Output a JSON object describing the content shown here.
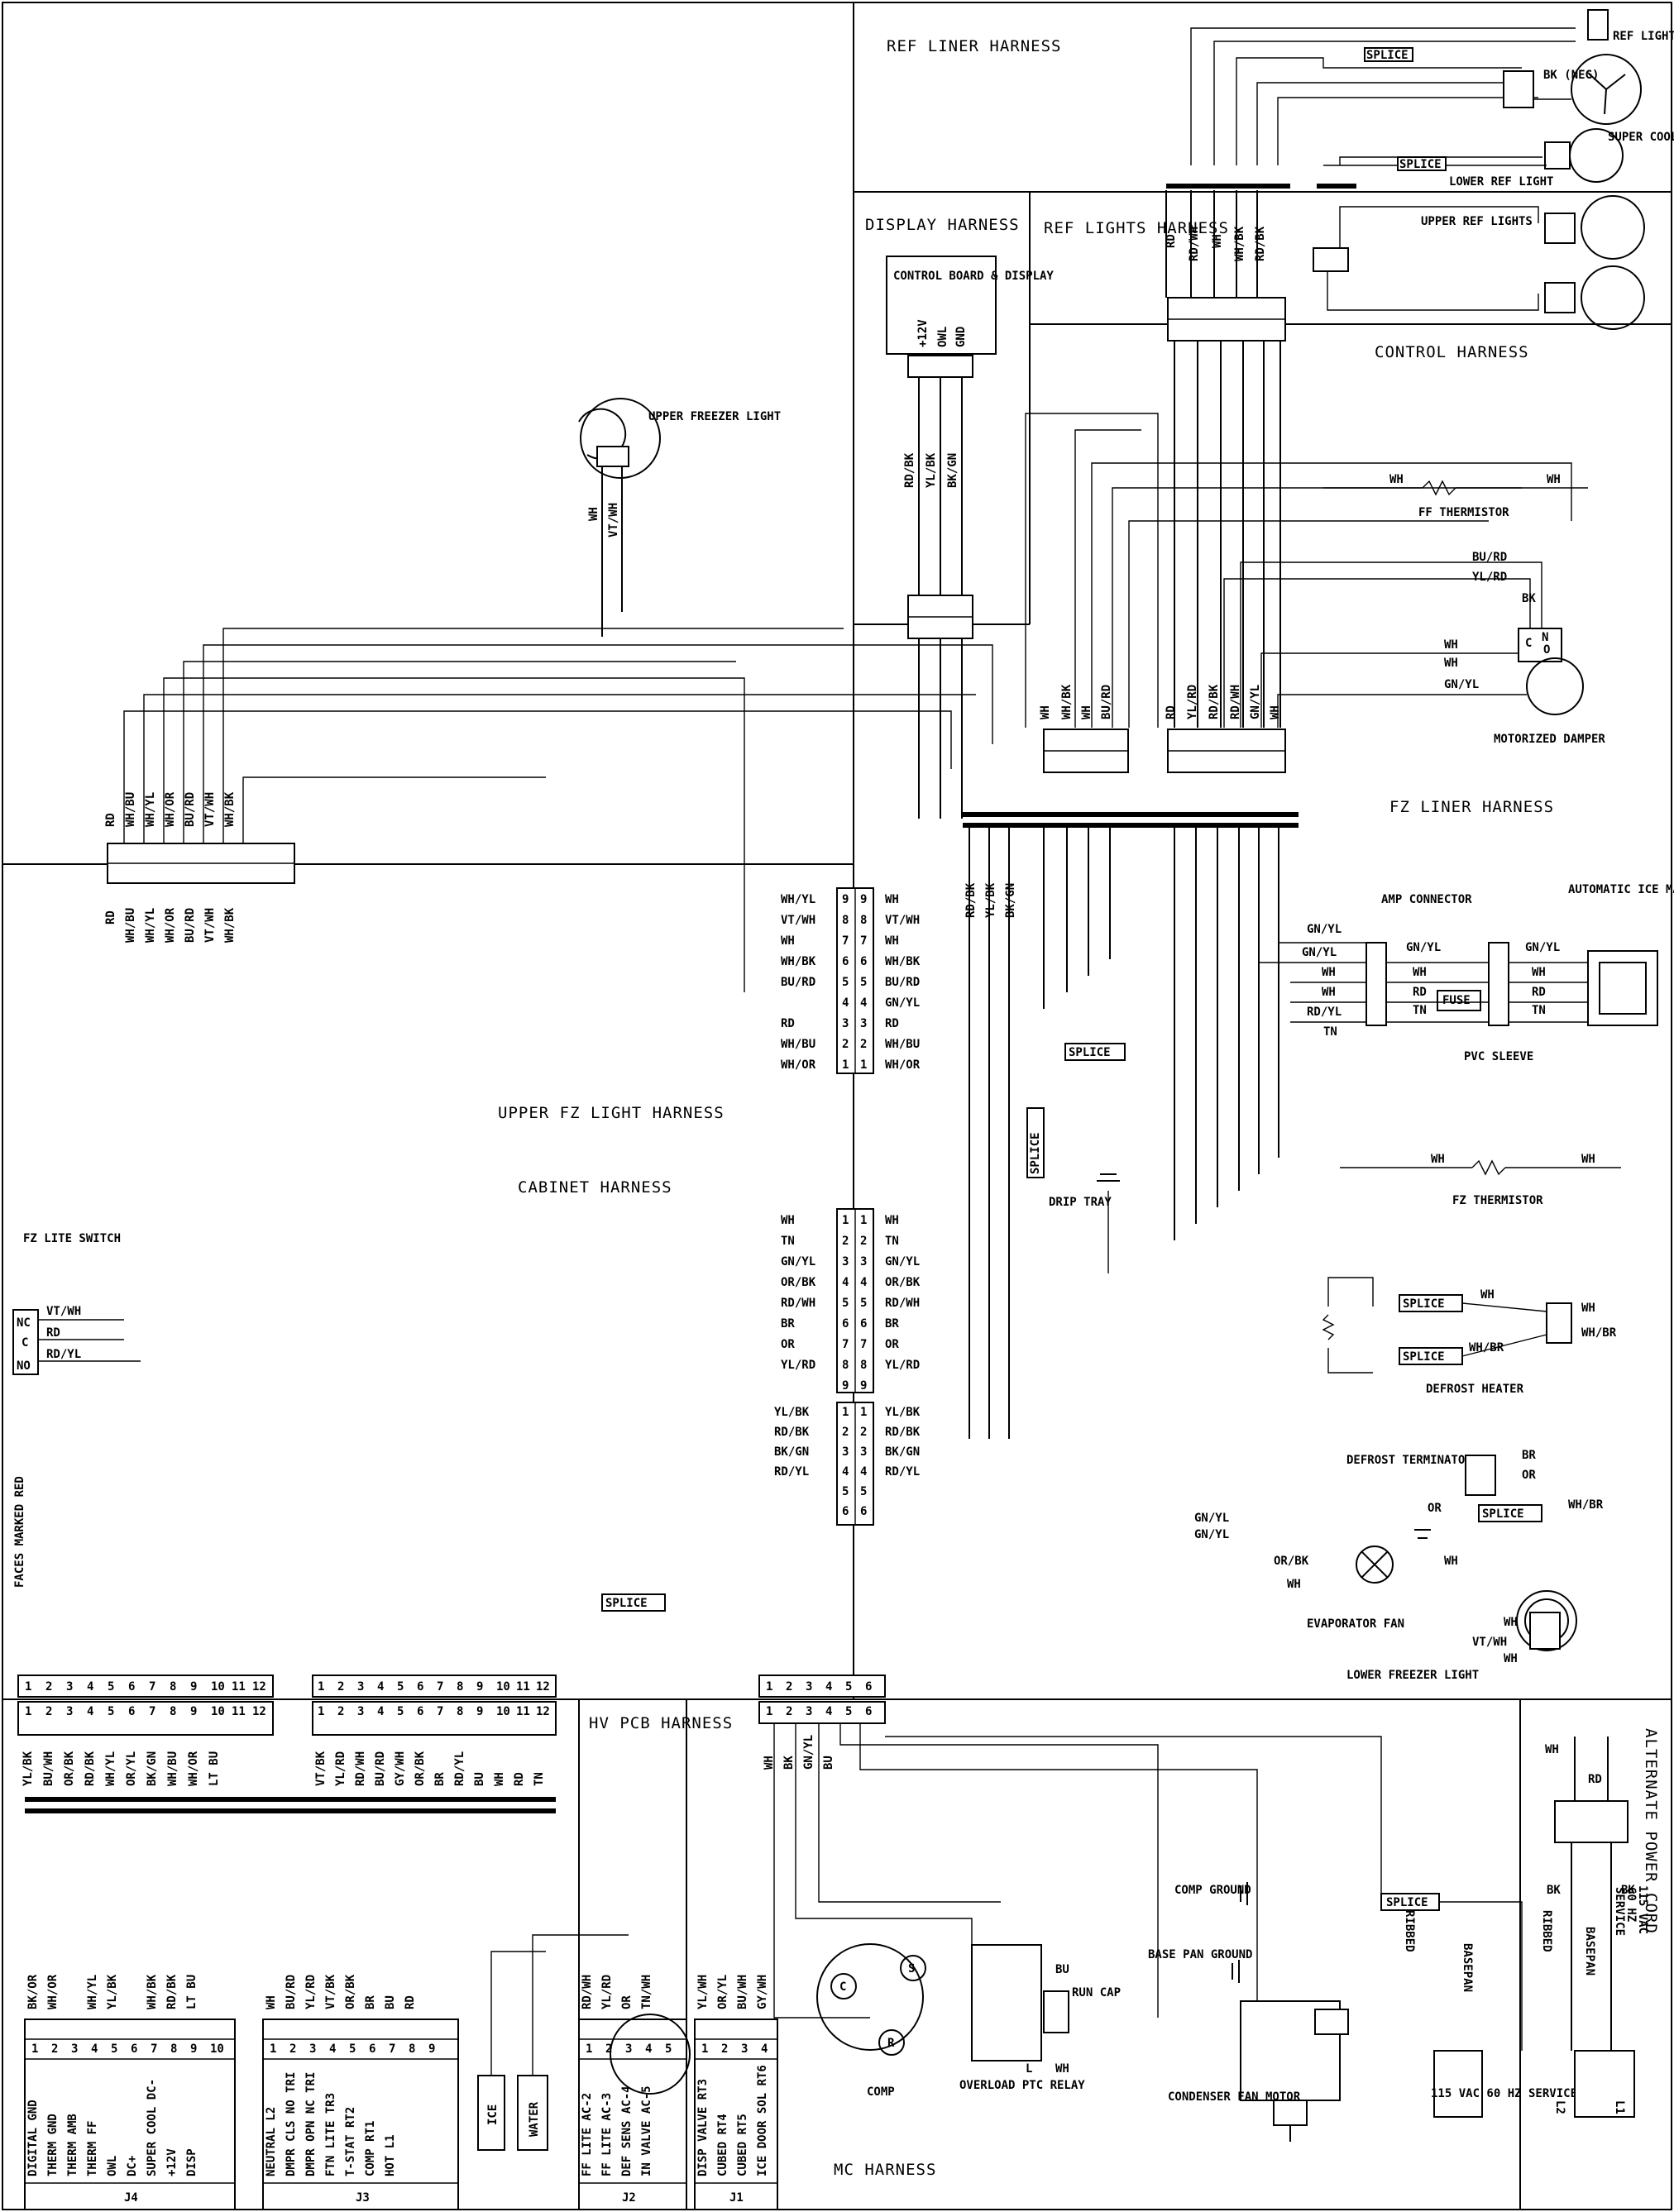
{
  "sections": {
    "ref_liner_harness": "REF LINER HARNESS",
    "display_harness": "DISPLAY HARNESS",
    "ref_lights_harness": "REF LIGHTS HARNESS",
    "control_harness": "CONTROL HARNESS",
    "fz_liner_harness": "FZ LINER HARNESS",
    "upper_fz_light_harness": "UPPER FZ LIGHT HARNESS",
    "cabinet_harness": "CABINET HARNESS",
    "hv_pcb_harness": "HV PCB HARNESS",
    "mc_harness": "MC HARNESS",
    "alternate_power_cord": "ALTERNATE POWER CORD"
  },
  "components": {
    "ref_light_switch": "REF LIGHT SWITCH",
    "super_cool_fan": "SUPER COOL FAN",
    "lower_ref_light": "LOWER REF LIGHT",
    "upper_ref_lights": "UPPER REF LIGHTS",
    "control_board_display": "CONTROL BOARD & DISPLAY",
    "upper_freezer_light": "UPPER FREEZER LIGHT",
    "ff_thermistor": "FF THERMISTOR",
    "motorized_damper": "MOTORIZED DAMPER",
    "amp_connector": "AMP CONNECTOR",
    "automatic_ice_maker": "AUTOMATIC ICE MAKER",
    "pvc_sleeve": "PVC SLEEVE",
    "fuse": "FUSE",
    "fz_thermistor": "FZ THERMISTOR",
    "drip_tray": "DRIP TRAY",
    "fz_lite_switch": "FZ LITE SWITCH",
    "defrost_heater": "DEFROST HEATER",
    "defrost_terminator": "DEFROST TERMINATOR",
    "evaporator_fan": "EVAPORATOR FAN",
    "lower_freezer_light": "LOWER FREEZER LIGHT",
    "faces_marked_red": "FACES MARKED RED",
    "comp": "COMP",
    "overload_ptc_relay": "OVERLOAD PTC RELAY",
    "run_cap": "RUN CAP",
    "comp_ground": "COMP GROUND",
    "base_pan_ground": "BASE PAN GROUND",
    "condenser_fan_motor": "CONDENSER FAN MOTOR",
    "service_115": "115 VAC 60 HZ SERVICE",
    "ribbed": "RIBBED",
    "basepan": "BASEPAN",
    "ice": "ICE",
    "water": "WATER",
    "splice": "SPLICE"
  },
  "wire_colors": {
    "display": [
      "RD/BK",
      "YL/BK",
      "BK/GN"
    ],
    "display_pins": [
      "+12V",
      "OWL",
      "GND"
    ],
    "ref_lights_top": [
      "RD",
      "RD/WH",
      "WH",
      "WH/BK",
      "RD/BK"
    ],
    "fz_liner_left": [
      "WH",
      "WH/BK",
      "WH",
      "BU/RD"
    ],
    "fz_liner_right": [
      "RD",
      "YL/RD",
      "RD/BK",
      "RD/WH",
      "GN/YL",
      "WH"
    ],
    "cabinet_upper_left": [
      "WH/YL",
      "VT/WH",
      "WH",
      "WH/BK",
      "BU/RD",
      "",
      "RD",
      "WH/BU",
      "WH/OR"
    ],
    "cabinet_upper_right": [
      "WH",
      "VT/WH",
      "WH",
      "WH/BK",
      "BU/RD",
      "GN/YL",
      "RD",
      "WH/BU",
      "WH/OR"
    ],
    "cabinet_lower_left": [
      "WH",
      "TN",
      "GN/YL",
      "OR/BK",
      "RD/WH",
      "BR",
      "OR",
      "YL/RD",
      ""
    ],
    "cabinet_lower_right": [
      "WH",
      "TN",
      "GN/YL",
      "OR/BK",
      "RD/WH",
      "BR",
      "OR",
      "YL/RD",
      ""
    ],
    "cabinet_small_left": [
      "YL/BK",
      "RD/BK",
      "BK/GN",
      "RD/YL",
      "",
      ""
    ],
    "cabinet_small_right": [
      "YL/BK",
      "RD/BK",
      "BK/GN",
      "RD/YL",
      "",
      ""
    ],
    "left_9pin": [
      "RD",
      "WH/BU",
      "WH/YL",
      "WH/OR",
      "BU/RD",
      "VT/WH",
      "WH/BK",
      "",
      ""
    ],
    "fz_switch": [
      "VT/WH",
      "RD",
      "RD/YL"
    ],
    "hv_group1": [
      "YL/BK",
      "BU/WH",
      "OR/BK",
      "RD/BK",
      "WH/YL",
      "OR/YL",
      "BK/GN",
      "WH/BU",
      "WH/OR",
      "LT BU",
      "",
      ""
    ],
    "hv_group2": [
      "VT/BK",
      "YL/RD",
      "RD/WH",
      "BU/RD",
      "GY/WH",
      "OR/BK",
      "BR",
      "RD/YL",
      "BU",
      "WH",
      "RD",
      "TN"
    ],
    "hv_group3": [
      "WH",
      "BK",
      "GN/YL",
      "BU",
      "",
      ""
    ]
  },
  "pcb": {
    "j4": {
      "name": "J4",
      "pins": [
        "DIGITAL GND",
        "THERM GND",
        "THERM AMB",
        "THERM FF",
        "OWL",
        "DC+",
        "SUPER COOL DC-",
        "+12V",
        "DISP",
        ""
      ],
      "wires": [
        "BK/OR",
        "WH/OR",
        "",
        "WH/YL",
        "YL/BK",
        "",
        "WH/BK",
        "RD/BK",
        "LT BU",
        ""
      ]
    },
    "j3": {
      "name": "J3",
      "pins": [
        "NEUTRAL L2",
        "DMPR CLS NO TRI",
        "DMPR OPN NC TRI",
        "FTN LITE TR3",
        "T-STAT RT2",
        "COMP RT1",
        "HOT L1",
        "",
        ""
      ],
      "wires": [
        "WH",
        "BU/RD",
        "YL/RD",
        "VT/BK",
        "OR/BK",
        "BR",
        "BU",
        "RD",
        ""
      ]
    },
    "j2": {
      "name": "J2",
      "pins": [
        "FF LITE AC-2",
        "FF LITE AC-3",
        "DEF SENS AC-4",
        "IN VALVE AC-5",
        ""
      ],
      "wires": [
        "RD/WH",
        "YL/RD",
        "OR",
        "TN/WH",
        ""
      ]
    },
    "j1": {
      "name": "J1",
      "pins": [
        "DISP VALVE RT3",
        "CUBED RT4",
        "CUBED RT5",
        "ICE DOOR SOL RT6"
      ],
      "wires": [
        "YL/WH",
        "OR/YL",
        "BU/WH",
        "GY/WH"
      ]
    }
  },
  "other_labels": {
    "neg": "BK (NEG)",
    "wh": "WH",
    "rd": "RD",
    "bk": "BK",
    "br": "BR",
    "or": "OR",
    "gn_yl": "GN/YL",
    "or_bk": "OR/BK",
    "wh_br": "WH/BR",
    "vt_wh": "VT/WH",
    "bu_rd": "BU/RD",
    "yl_rd": "YL/RD",
    "rd_wh": "RD/WH",
    "rd_bk": "RD/BK",
    "tn": "TN",
    "rd_yl": "RD/YL",
    "nc": "NC",
    "c": "C",
    "no": "NO",
    "n": "N",
    "o": "O",
    "s": "S",
    "r": "R",
    "l": "L",
    "l1": "L1",
    "l2": "L2",
    "vac_115": "115 VAC",
    "hz_60": "60 HZ",
    "service": "SERVICE",
    "bu": "BU"
  }
}
